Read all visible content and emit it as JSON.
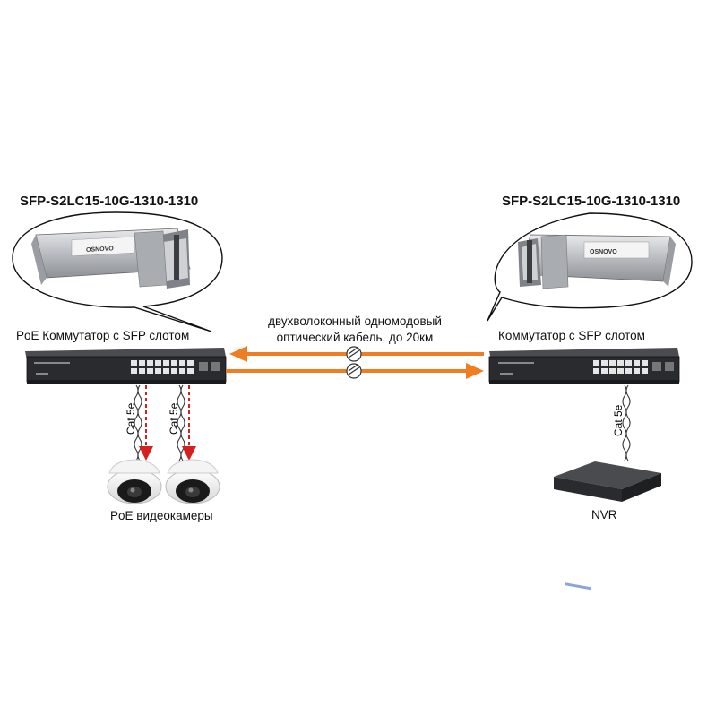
{
  "left": {
    "module_title": "SFP-S2LC15-10G-1310-1310",
    "switch_label": "PoE Коммутатор с SFP слотом",
    "module_brand": "OSNOVO",
    "cable_left": "Cat 5e",
    "cable_right": "Cat 5e",
    "cameras_label": "PoE видеокамеры"
  },
  "right": {
    "module_title": "SFP-S2LC15-10G-1310-1310",
    "switch_label": "Коммутатор с SFP слотом",
    "module_brand": "OSNOVO",
    "cable": "Cat 5e",
    "nvr_label": "NVR"
  },
  "link": {
    "line1": "двухволоконный одномодовый",
    "line2": "оптический кабель, до 20км"
  },
  "colors": {
    "arrow": "#f07d22",
    "poe_arrow": "#d42020",
    "device": "#2a2b2e"
  }
}
